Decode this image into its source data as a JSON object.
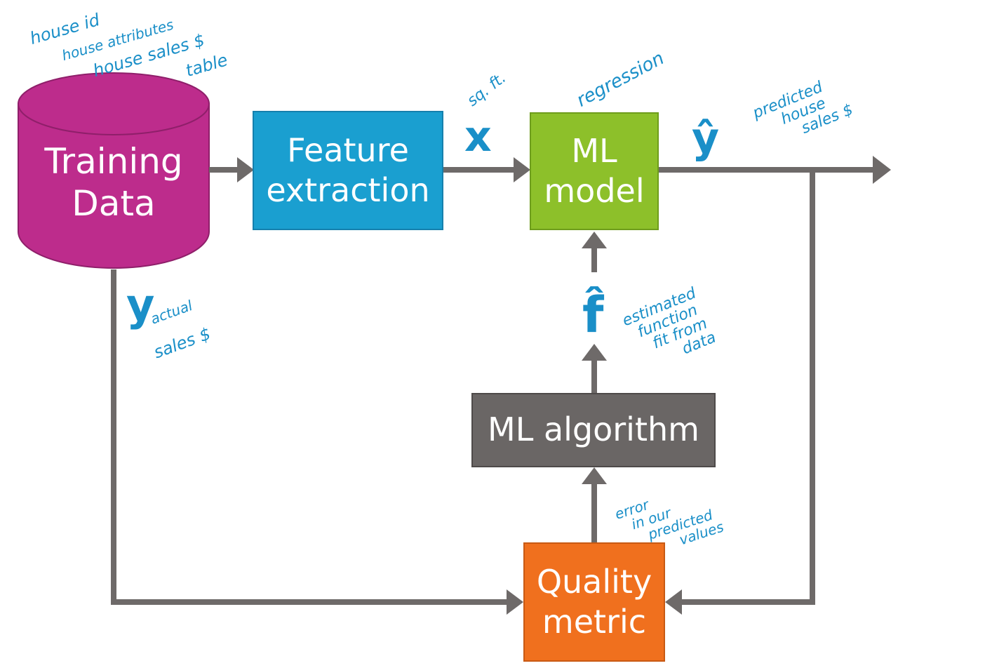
{
  "nodes": {
    "training_data": "Training\nData",
    "feature_extraction": "Feature\nextraction",
    "ml_model": "ML\nmodel",
    "ml_algorithm": "ML algorithm",
    "quality_metric": "Quality\nmetric"
  },
  "symbols": {
    "x": "x",
    "y_hat": "ŷ",
    "y": "y",
    "f_hat": "f̂"
  },
  "annotations": {
    "house_id": "house id",
    "house_attributes": "house attributes",
    "house_sales": "house sales $",
    "table": "table",
    "sq_ft": "sq. ft.",
    "regression": "regression",
    "predicted_house_sales": [
      "predicted",
      "house",
      "sales $"
    ],
    "actual": "actual",
    "sales_dollar": "sales $",
    "estimated_function": [
      "estimated",
      "function",
      "fit from",
      "data"
    ],
    "error_values": [
      "error",
      "in our",
      "predicted",
      "values"
    ]
  },
  "colors": {
    "training_data": "#bd2c8c",
    "feature_extraction": "#1a9fd0",
    "ml_model": "#8dc02a",
    "ml_algorithm": "#6a6665",
    "quality_metric": "#f0701e",
    "arrows": "#6e6a69",
    "handwriting": "#1a8fc8"
  }
}
